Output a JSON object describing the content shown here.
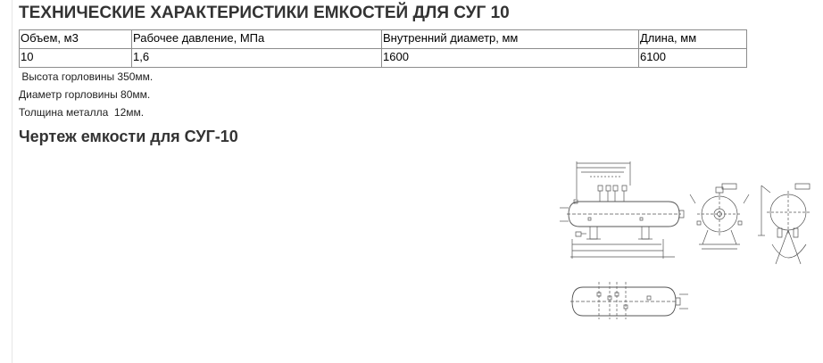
{
  "page": {
    "title": "ТЕХНИЧЕСКИЕ ХАРАКТЕРИСТИКИ ЕМКОСТЕЙ ДЛЯ СУГ 10"
  },
  "specs_table": {
    "headers": [
      "Объем, м3",
      "Рабочее давление, МПа",
      "Внутренний диаметр, мм",
      "Длина, мм"
    ],
    "row": [
      "10",
      "1,6",
      "1600",
      "6100"
    ]
  },
  "notes": {
    "neck_height": " Высота горловины 350мм.",
    "neck_diameter": "Диаметр горловины 80мм.",
    "metal_thickness": "Толщина металла  12мм."
  },
  "drawing_section": {
    "title": "Чертеж емкости для СУГ-10"
  }
}
